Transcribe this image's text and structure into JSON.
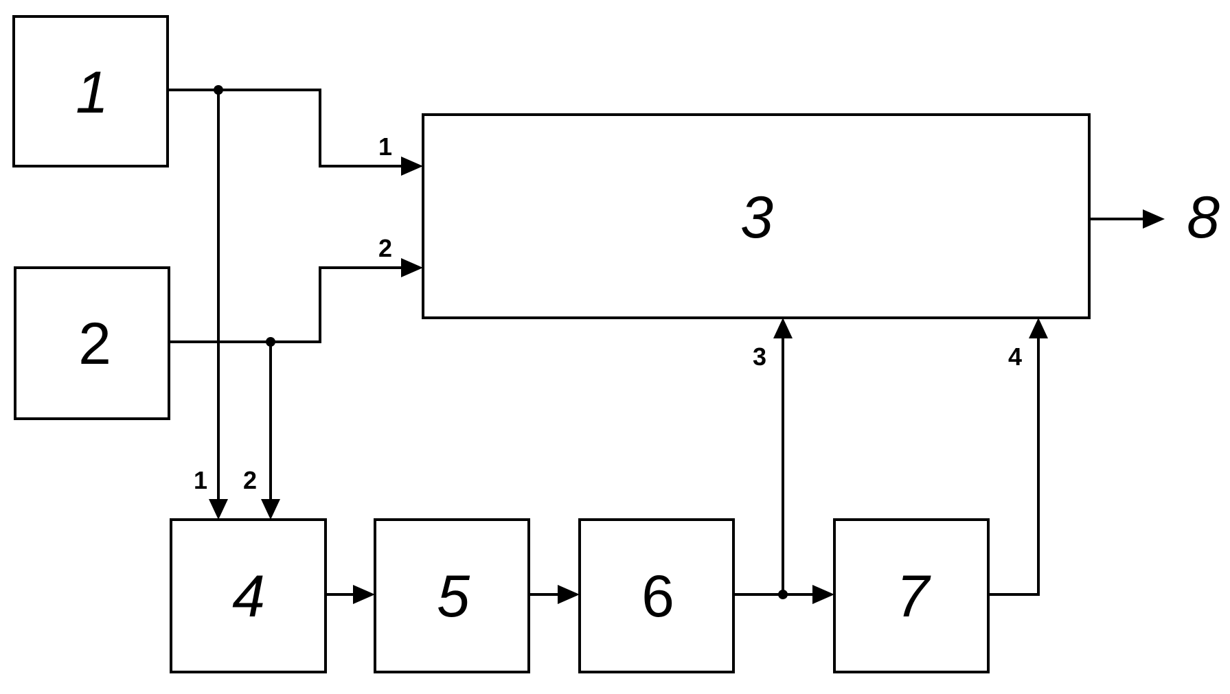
{
  "blocks": {
    "b1": {
      "label": "1"
    },
    "b2": {
      "label": "2"
    },
    "b3": {
      "label": "3"
    },
    "b4": {
      "label": "4"
    },
    "b5": {
      "label": "5"
    },
    "b6": {
      "label": "6"
    },
    "b7": {
      "label": "7"
    }
  },
  "output": {
    "label": "8"
  },
  "ports": {
    "b3_in1": "1",
    "b3_in2": "2",
    "b3_in3": "3",
    "b3_in4": "4",
    "b4_in1": "1",
    "b4_in2": "2"
  }
}
